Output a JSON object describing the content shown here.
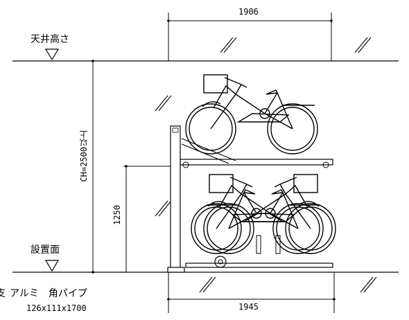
{
  "labels": {
    "ceiling_height": "天井高さ",
    "install_surface": "設置面",
    "ch_requirement": "CH=2500以上",
    "post_material": "アルミ　角パイプ",
    "post_size": "126x111x1700",
    "post_prefix": "支",
    "top_width": "1906",
    "bottom_width": "1945",
    "tier_height": "1250"
  },
  "icons": {
    "level_marker": "inverted-triangle-icon",
    "bicycle": "bicycle-icon",
    "ground_hatch": "hatch-icon"
  }
}
